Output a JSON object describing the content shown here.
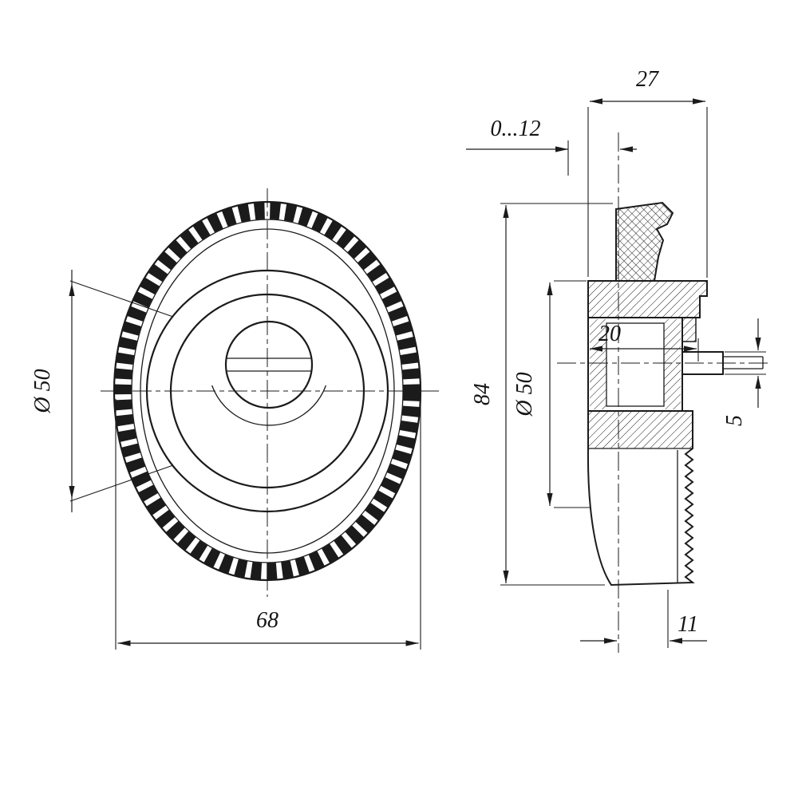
{
  "drawing": {
    "background": "#ffffff",
    "line_color": "#1b1b1b",
    "view_count": "2"
  },
  "front_view": {
    "dims": {
      "width": "68",
      "diameter": "Ø 50"
    }
  },
  "side_view": {
    "dims": {
      "depth": "27",
      "adjust_range": "0...12",
      "height": "84",
      "diameter": "Ø 50",
      "bore_depth": "20",
      "pin_height": "5",
      "back_offset": "11"
    }
  }
}
